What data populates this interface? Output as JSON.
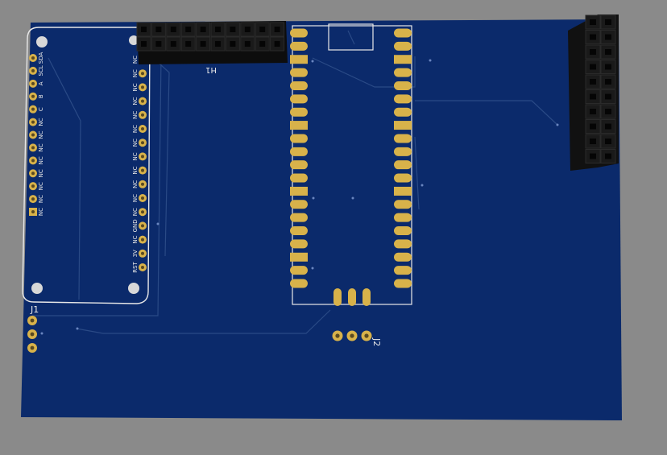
{
  "viewer": {
    "background": "#8a8a8a"
  },
  "board": {
    "substrate_color": "#0b2a6b",
    "trace_color": "#2a4a86",
    "silkscreen_color": "#e8e8e8",
    "copper_color": "#d8b24a",
    "header_color": "#1a1a1a"
  },
  "designators": {
    "h1": "H1",
    "j1": "J1",
    "j2": "J2"
  },
  "breakout_left_labels": [
    "SDA",
    "SCL",
    "A",
    "B",
    "C",
    "NC",
    "NC",
    "NC",
    "NC",
    "NC",
    "NC",
    "NC",
    "NC"
  ],
  "breakout_right_labels": [
    "NC",
    "NC",
    "NC",
    "NC",
    "NC",
    "NC",
    "NC",
    "NC",
    "NC",
    "NC",
    "NC",
    "NC",
    "GND",
    "NC",
    "3V",
    "RST"
  ],
  "mcu_left_pads": 20,
  "mcu_right_pads": 20,
  "j1_pins": 3,
  "j2_pins": 3,
  "h1_pins": 20,
  "right_header_pins": 20
}
